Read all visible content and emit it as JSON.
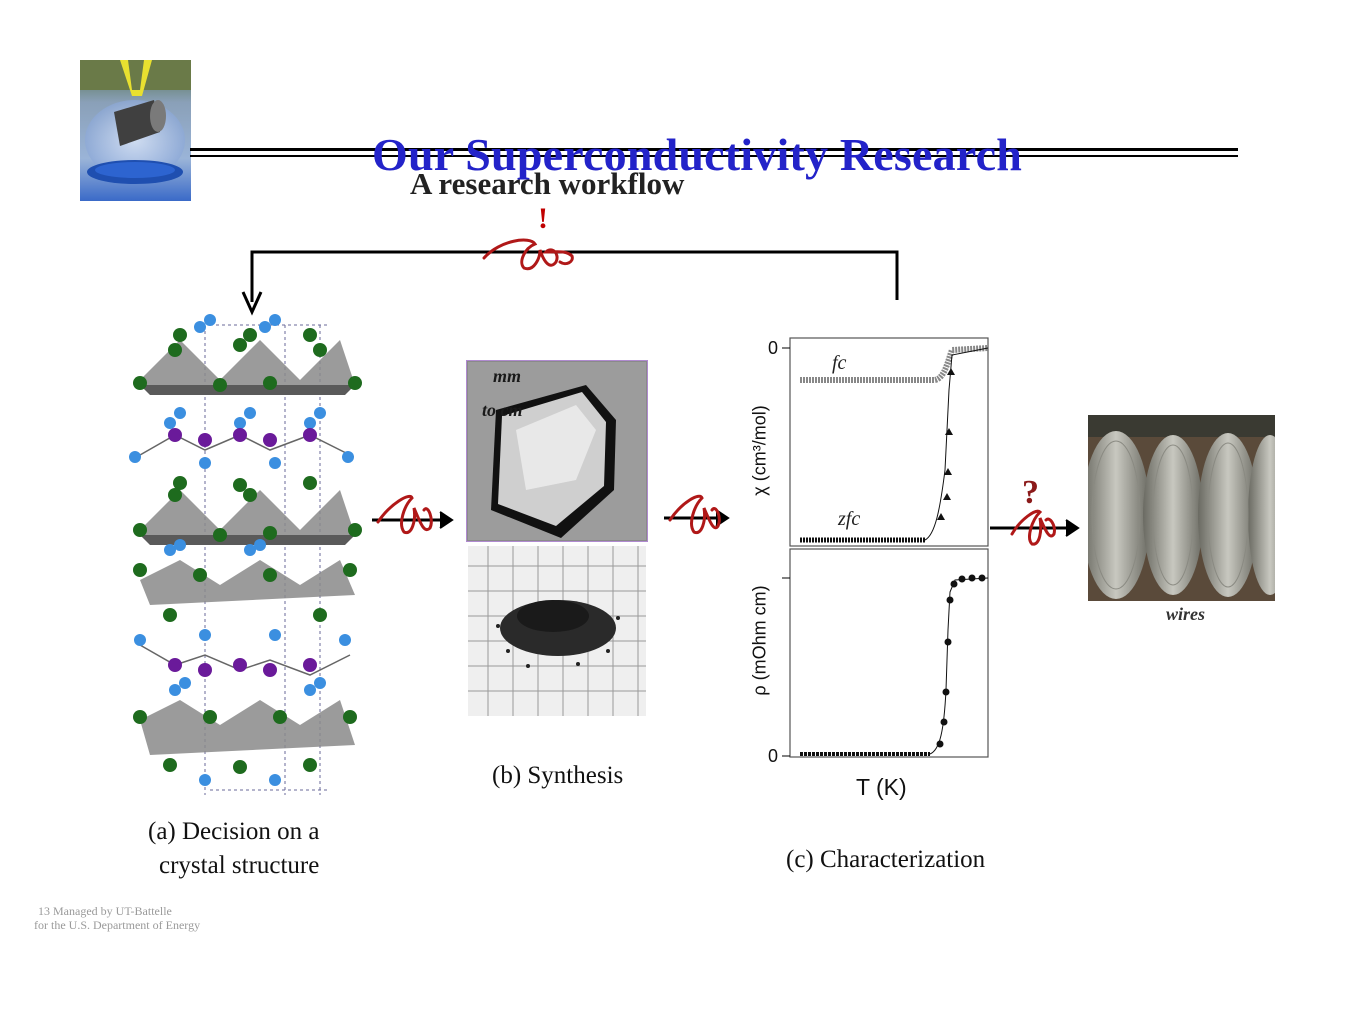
{
  "slide": {
    "title": "Our Superconductivity Research",
    "subtitle": "A research workflow",
    "exclamation": "!",
    "question": "?"
  },
  "steps": {
    "a_line1": "(a)  Decision  on a",
    "a_line2": "crystal structure",
    "b": "(b) Synthesis",
    "c": "(c) Characterization"
  },
  "synthesis": {
    "crystal_label_line1": "mm",
    "crystal_label_line2": "to cm"
  },
  "characterization": {
    "top_plot": {
      "zero_tick": "0",
      "ylabel": "χ (cm³/mol)",
      "series_fc": "fc",
      "series_zfc": "zfc"
    },
    "bottom_plot": {
      "zero_tick": "0",
      "ylabel": "ρ (mOhm cm)"
    },
    "xlabel": "T (K)"
  },
  "application": {
    "label": "wires"
  },
  "footer": {
    "line1": "13 Managed by UT-Battelle",
    "line2": "for the U.S. Department of Energy"
  },
  "colors": {
    "title": "#2323c9",
    "handwriting": "#b01818",
    "iron_green": "#1e6b1e",
    "arsenic_blue": "#3b8fe0",
    "cation_purple": "#6a1a9a"
  }
}
